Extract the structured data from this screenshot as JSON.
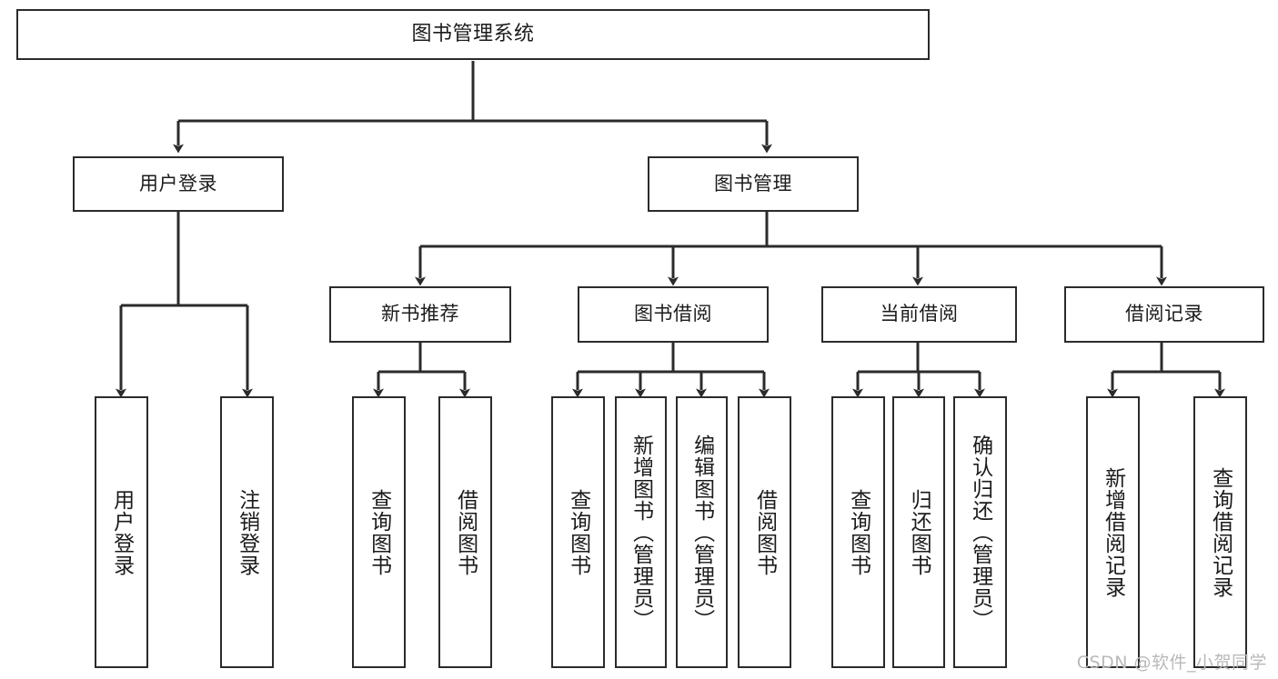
{
  "diagram": {
    "title": "图书管理系统",
    "type": "tree-hierarchy-chart",
    "watermark": "CSDN @软件_小贺同学",
    "colors": {
      "node_border": "#2b2b2b",
      "node_fill": "#ffffff",
      "edge": "#2b2b2b",
      "text": "#1b1b1b",
      "watermark": "#b9b9b9",
      "background": "#ffffff"
    },
    "root": {
      "id": "root",
      "label": "图书管理系统"
    },
    "level1": [
      {
        "id": "user-login",
        "label": "用户登录"
      },
      {
        "id": "book-manage",
        "label": "图书管理"
      }
    ],
    "level2": [
      {
        "id": "new-book-recommend",
        "label": "新书推荐",
        "parent": "book-manage"
      },
      {
        "id": "book-borrow",
        "label": "图书借阅",
        "parent": "book-manage"
      },
      {
        "id": "current-borrow",
        "label": "当前借阅",
        "parent": "book-manage"
      },
      {
        "id": "borrow-record",
        "label": "借阅记录",
        "parent": "book-manage"
      }
    ],
    "leaves": [
      {
        "id": "leaf-user-login",
        "label": "用户登录",
        "parent": "user-login"
      },
      {
        "id": "leaf-user-logout",
        "label": "注销登录",
        "parent": "user-login"
      },
      {
        "id": "leaf-query-book-1",
        "label": "查询图书",
        "parent": "new-book-recommend"
      },
      {
        "id": "leaf-borrow-book-1",
        "label": "借阅图书",
        "parent": "new-book-recommend"
      },
      {
        "id": "leaf-query-book-2",
        "label": "查询图书",
        "parent": "book-borrow"
      },
      {
        "id": "leaf-add-book",
        "label": "新增图书（管理员）",
        "parent": "book-borrow"
      },
      {
        "id": "leaf-edit-book",
        "label": "编辑图书（管理员）",
        "parent": "book-borrow"
      },
      {
        "id": "leaf-borrow-book-2",
        "label": "借阅图书",
        "parent": "book-borrow"
      },
      {
        "id": "leaf-query-book-3",
        "label": "查询图书",
        "parent": "current-borrow"
      },
      {
        "id": "leaf-return-book",
        "label": "归还图书",
        "parent": "current-borrow"
      },
      {
        "id": "leaf-confirm-return",
        "label": "确认归还（管理员）",
        "parent": "current-borrow"
      },
      {
        "id": "leaf-add-record",
        "label": "新增借阅记录",
        "parent": "borrow-record"
      },
      {
        "id": "leaf-query-record",
        "label": "查询借阅记录",
        "parent": "borrow-record"
      }
    ]
  }
}
